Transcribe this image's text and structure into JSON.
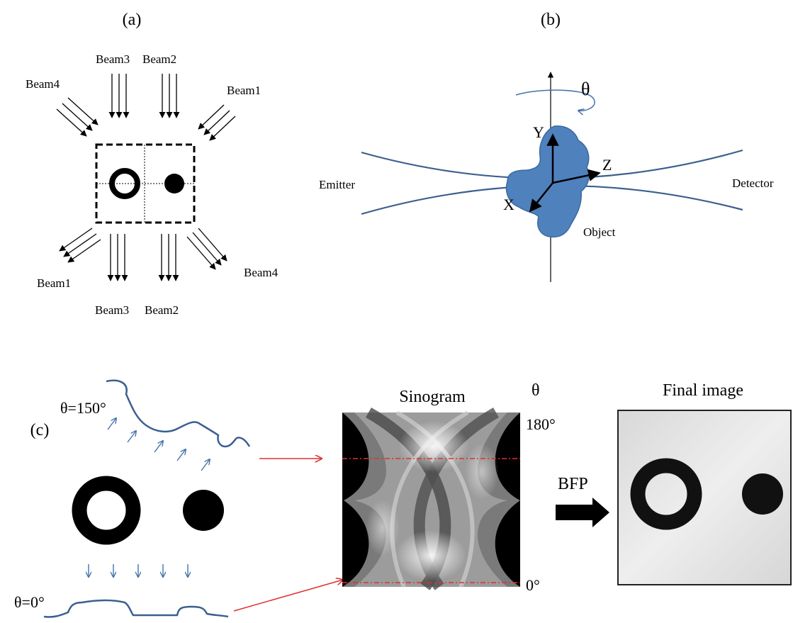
{
  "panel_a": {
    "label": "(a)",
    "beam_labels_top": [
      "Beam3",
      "Beam2",
      "Beam4",
      "Beam1"
    ],
    "beam_labels_bottom": [
      "Beam1",
      "Beam4",
      "Beam3",
      "Beam2"
    ]
  },
  "panel_b": {
    "label": "(b)",
    "theta": "θ",
    "axis_y": "Y",
    "axis_z": "Z",
    "axis_x": "X",
    "emitter": "Emitter",
    "detector": "Detector",
    "object": "Object"
  },
  "panel_c": {
    "label": "(c)",
    "theta_150": "θ=150°",
    "theta_0": "θ=0°",
    "sinogram_title": "Sinogram",
    "theta_axis": "θ",
    "tick_top": "180°",
    "tick_bottom": "0°",
    "bfp": "BFP",
    "final_title": "Final image"
  },
  "colors": {
    "blue": "#4472a8",
    "object_fill": "#4f81bd",
    "red": "#e03030"
  }
}
